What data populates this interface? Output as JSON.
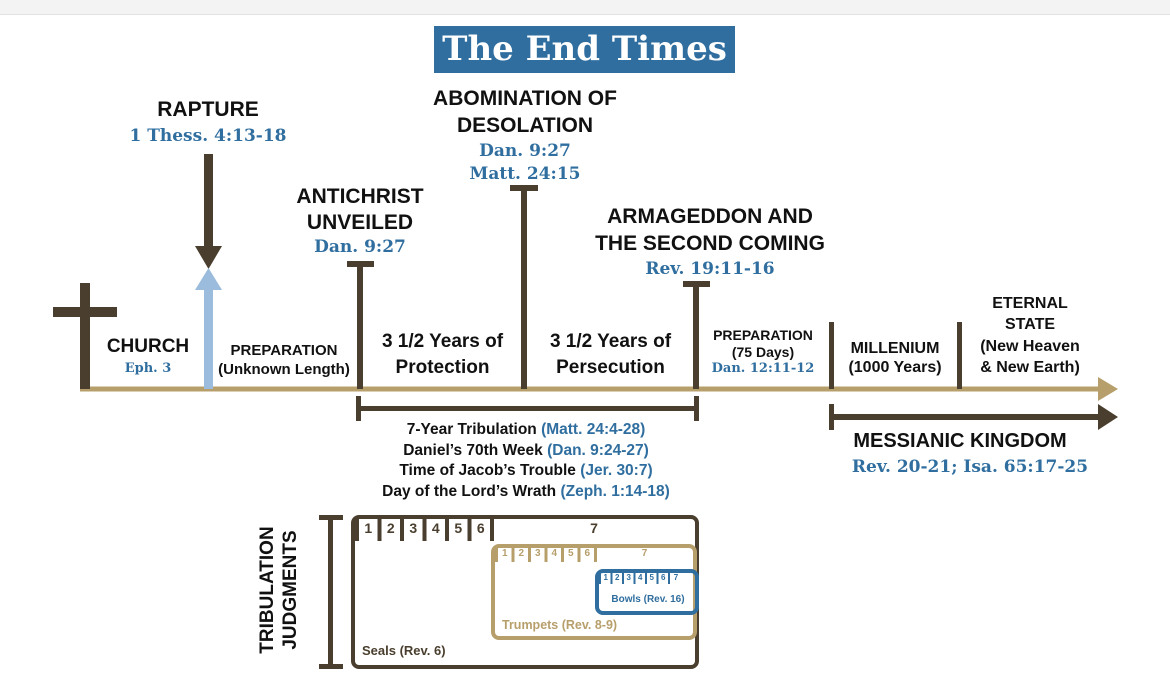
{
  "title": "The End Times",
  "events": {
    "rapture": {
      "label": "RAPTURE",
      "ref": "1 Thess. 4:13-18"
    },
    "antichrist": {
      "label_1": "ANTICHRIST",
      "label_2": "UNVEILED",
      "ref": "Dan. 9:27"
    },
    "abomination": {
      "label_1": "ABOMINATION OF",
      "label_2": "DESOLATION",
      "ref_1": "Dan. 9:27",
      "ref_2": "Matt. 24:15"
    },
    "armageddon": {
      "label_1": "ARMAGEDDON AND",
      "label_2": "THE SECOND COMING",
      "ref": "Rev. 19:11-16"
    }
  },
  "periods": {
    "church": {
      "label": "CHURCH",
      "ref": "Eph. 3"
    },
    "preparation_1": {
      "label_1": "PREPARATION",
      "label_2": "(Unknown Length)"
    },
    "protection": {
      "label_1": "3 1/2 Years of",
      "label_2": "Protection"
    },
    "persecution": {
      "label_1": "3 1/2 Years of",
      "label_2": "Persecution"
    },
    "preparation_2": {
      "label_1": "PREPARATION",
      "label_2": "(75 Days)",
      "ref": "Dan. 12:11-12"
    },
    "millenium": {
      "label_1": "MILLENIUM",
      "label_2": "(1000 Years)"
    },
    "eternal": {
      "label_1": "ETERNAL",
      "label_2": "STATE",
      "label_3": "(New Heaven",
      "label_4": "& New Earth)"
    }
  },
  "tribulation": [
    {
      "text": "7-Year Tribulation ",
      "ref": "(Matt. 24:4-28)"
    },
    {
      "text": "Daniel’s 70th Week ",
      "ref": "(Dan. 9:24-27)"
    },
    {
      "text": "Time of Jacob’s Trouble ",
      "ref": "(Jer. 30:7)"
    },
    {
      "text": "Day of the Lord’s Wrath ",
      "ref": "(Zeph. 1:14-18)"
    }
  ],
  "kingdom": {
    "label": "MESSIANIC KINGDOM",
    "ref": "Rev. 20-21; Isa. 65:17-25"
  },
  "judgments": {
    "side_label_1": "TRIBULATION",
    "side_label_2": "JUDGMENTS",
    "seals": {
      "label": "Seals (Rev. 6)",
      "numbers": [
        "1",
        "2",
        "3",
        "4",
        "5",
        "6",
        "7"
      ]
    },
    "trumpets": {
      "label": "Trumpets (Rev. 8-9)",
      "numbers": [
        "1",
        "2",
        "3",
        "4",
        "5",
        "6",
        "7"
      ]
    },
    "bowls": {
      "label": "Bowls (Rev. 16)",
      "numbers": [
        "1",
        "2",
        "3",
        "4",
        "5",
        "6",
        "7"
      ]
    }
  },
  "colors": {
    "brown": "#4a3f2e",
    "tan": "#b79f6b",
    "blue": "#2f6e9f",
    "light_blue": "#9bbcdc"
  }
}
